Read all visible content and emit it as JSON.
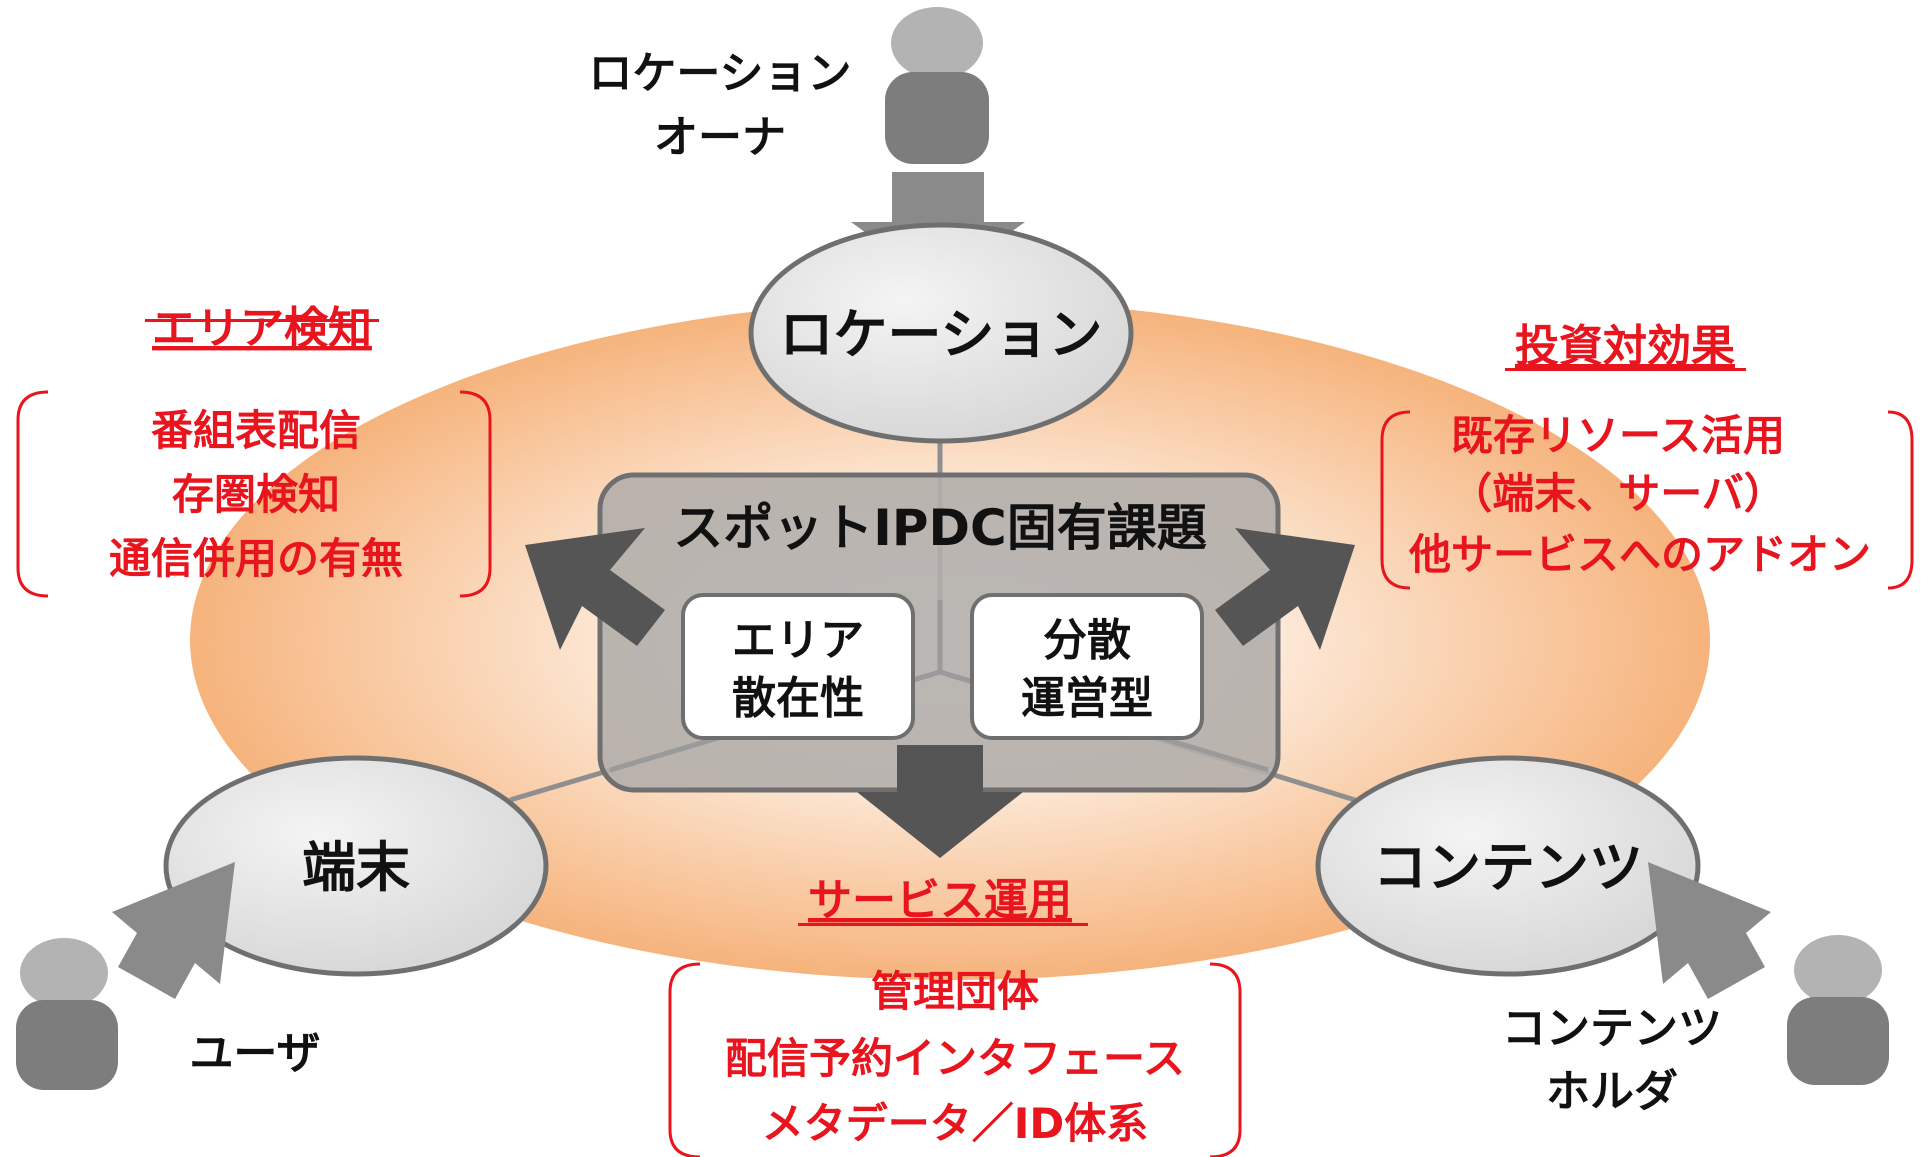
{
  "colors": {
    "accent_red": "#e8141e",
    "halo_orange": "#f6b37c",
    "node_fill": "#e2e2e2",
    "center_box": "#b3aeab",
    "arrow_dark": "#555555",
    "arrow_light": "#8c8c8c",
    "person": "#8a8a8a"
  },
  "actors": {
    "location_owner": {
      "line1": "ロケーション",
      "line2": "オーナ",
      "icon": "person-icon"
    },
    "user": {
      "label": "ユーザ",
      "icon": "person-icon"
    },
    "content_holder": {
      "line1": "コンテンツ",
      "line2": "ホルダ",
      "icon": "person-icon"
    }
  },
  "nodes": {
    "location": "ロケーション",
    "terminal": "端末",
    "contents": "コンテンツ"
  },
  "center": {
    "title": "スポットIPDC固有課題",
    "box_left": {
      "line1": "エリア",
      "line2": "散在性"
    },
    "box_right": {
      "line1": "分散",
      "line2": "運営型"
    }
  },
  "groups": {
    "area_detection": {
      "heading": "エリア検知",
      "items": [
        "番組表配信",
        "存圏検知",
        "通信併用の有無"
      ]
    },
    "cost_effectiveness": {
      "heading": "投資対効果",
      "items": [
        "既存リソース活用",
        "（端末、サーバ）",
        "他サービスへのアドオン"
      ]
    },
    "service_operation": {
      "heading": "サービス運用",
      "items": [
        "管理団体",
        "配信予約インタフェース",
        "メタデータ／ID体系"
      ]
    }
  }
}
